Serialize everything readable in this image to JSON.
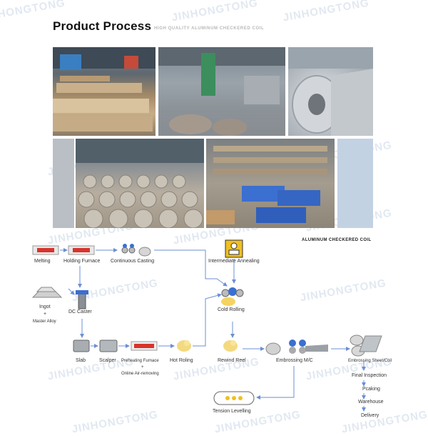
{
  "header": {
    "title": "Product Process",
    "subtitle": "HIGH QUALITY ALUMINUM CHECKERED COIL",
    "watermark": "JINHONGTONG"
  },
  "gallery": {
    "caption": "ALUMINUM CHECKERED COIL"
  },
  "flow": {
    "melting": "Melting",
    "holding_furnace": "Holding Furnace",
    "continuous_casting": "Continuous Casting",
    "intermediate_annealing": "Intermediate Annealing",
    "ingot": "Ingot",
    "plus1": "+",
    "master_alloy": "Master Alloy",
    "dc_caster": "DC Caster",
    "cold_rolling": "Cold Rolling",
    "slab": "Slab",
    "scalper": "Scalper",
    "preheating_furnace": "Preheating Furnace",
    "plus2": "+",
    "online_air_removing": "Online Air-removing",
    "hot_roling": "Hot Roling",
    "rewind_reel": "Rewind Reel",
    "embossing_mc": "Embrossing M/C",
    "embossing_sheet": "Embrossing Sheet/Coil",
    "final_inspection": "Final Inspection",
    "pcaking": "Pcaking",
    "warehouse": "Warehouse",
    "delivery": "Delivery",
    "tension_levelling": "Tension Levelling"
  },
  "colors": {
    "arrow": "#6b8fd6",
    "furnace_red": "#d8342b",
    "annealing_yellow": "#f0c020"
  }
}
